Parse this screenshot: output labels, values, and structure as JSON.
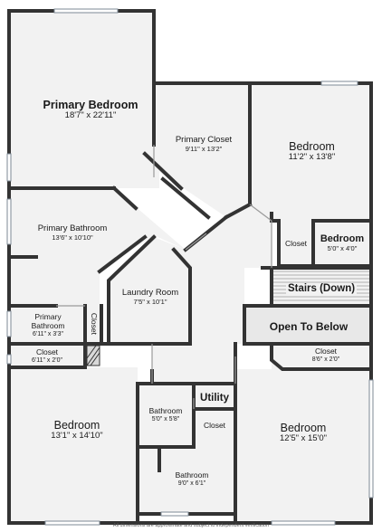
{
  "rooms": {
    "primary_bedroom": {
      "name": "Primary Bedroom",
      "dims": "18'7\" x 22'11\""
    },
    "primary_closet": {
      "name": "Primary Closet",
      "dims": "9'11\" x 13'2\""
    },
    "bedroom_ne": {
      "name": "Bedroom",
      "dims": "11'2\" x 13'8\""
    },
    "primary_bathroom": {
      "name": "Primary Bathroom",
      "dims": "13'6\" x 10'10\""
    },
    "closet_ne": {
      "name": "Closet"
    },
    "bedroom_small": {
      "name": "Bedroom",
      "dims": "5'0\" x 4'0\""
    },
    "stairs": {
      "name": "Stairs (Down)"
    },
    "laundry": {
      "name": "Laundry Room",
      "dims": "7'5\" x 10'1\""
    },
    "open_below": {
      "name": "Open To Below"
    },
    "primary_bathroom_small": {
      "name_line1": "Primary",
      "name_line2": "Bathroom",
      "dims": "6'11\" x 3'3\""
    },
    "closet_vertical": {
      "name": "Closet"
    },
    "closet_w": {
      "name": "Closet",
      "dims": "6'11\" x 2'0\""
    },
    "closet_e": {
      "name": "Closet",
      "dims": "8'6\" x 2'0\""
    },
    "utility": {
      "name": "Utility"
    },
    "bathroom_1": {
      "name": "Bathroom",
      "dims": "5'0\" x 5'8\""
    },
    "closet_mid": {
      "name": "Closet"
    },
    "bedroom_sw": {
      "name": "Bedroom",
      "dims": "13'1\" x 14'10\""
    },
    "bedroom_se": {
      "name": "Bedroom",
      "dims": "12'5\" x 15'0\""
    },
    "bathroom_2": {
      "name": "Bathroom",
      "dims": "9'0\" x 6'1\""
    }
  },
  "footer": "All dimensions are approximate and subject to independent verification",
  "colors": {
    "wall": "#333333",
    "floor": "#f2f2f2",
    "shaded": "#e8e8e8",
    "window": "#cfd6dc"
  }
}
